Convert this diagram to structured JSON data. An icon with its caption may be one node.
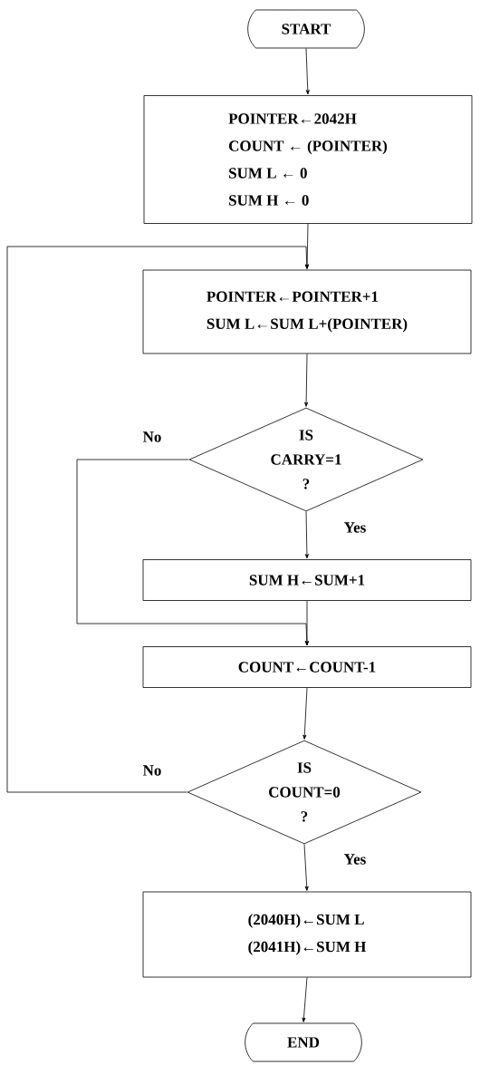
{
  "diagram": {
    "nodes": [
      {
        "text": [
          "START"
        ]
      },
      {
        "text": [
          "POINTER←2042H",
          "COUNT ← (POINTER)",
          "SUM L ← 0",
          "SUM H ← 0"
        ]
      },
      {
        "text": [
          "POINTER←POINTER+1",
          "SUM L←SUM L+(POINTER)"
        ]
      },
      {
        "text": [
          "IS CARRY=1 ?"
        ]
      },
      {
        "text": [
          "SUM H←SUM+1"
        ]
      },
      {
        "text": [
          "COUNT←COUNT-1"
        ]
      },
      {
        "text": [
          "IS COUNT=0 ?"
        ]
      },
      {
        "text": [
          "(2040H)←SUM L",
          "(2041H)←SUM H"
        ]
      },
      {
        "text": [
          "END"
        ]
      }
    ],
    "edges": [
      {
        "from": 0,
        "to": 1,
        "arrow": "to"
      },
      {
        "from": 1,
        "to": 2,
        "arrow": "to"
      },
      {
        "from": 2,
        "to": 3,
        "arrow": "to"
      },
      {
        "from": 3,
        "to": 4,
        "arrow": "to",
        "label": "Yes"
      },
      {
        "from": 3,
        "to": 5,
        "arrow": "to",
        "label": "No"
      },
      {
        "from": 4,
        "to": 5,
        "arrow": "to"
      },
      {
        "from": 5,
        "to": 6,
        "arrow": "to"
      },
      {
        "from": 6,
        "to": 2,
        "arrow": "to",
        "label": "No"
      },
      {
        "from": 6,
        "to": 7,
        "arrow": "to",
        "label": "Yes"
      },
      {
        "from": 7,
        "to": 8,
        "arrow": "to"
      }
    ]
  }
}
